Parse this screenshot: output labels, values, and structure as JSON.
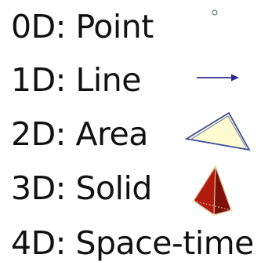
{
  "dimensions": [
    {
      "label": "0D: Point",
      "icon": "point-icon"
    },
    {
      "label": "1D: Line",
      "icon": "arrow-right-icon"
    },
    {
      "label": "2D: Area",
      "icon": "triangle-icon"
    },
    {
      "label": "3D: Solid",
      "icon": "tetrahedron-icon"
    },
    {
      "label": "4D: Space-time",
      "icon": ""
    }
  ],
  "colors": {
    "text": "#111111",
    "point_stroke": "#5f7f86",
    "line": "#2b2b8c",
    "area_fill": "#fffbd0",
    "area_stroke": "#3f4f9a",
    "solid_fill": "#b21a0e",
    "solid_dark": "#7d0f08",
    "solid_edge": "#d9c6a5"
  }
}
